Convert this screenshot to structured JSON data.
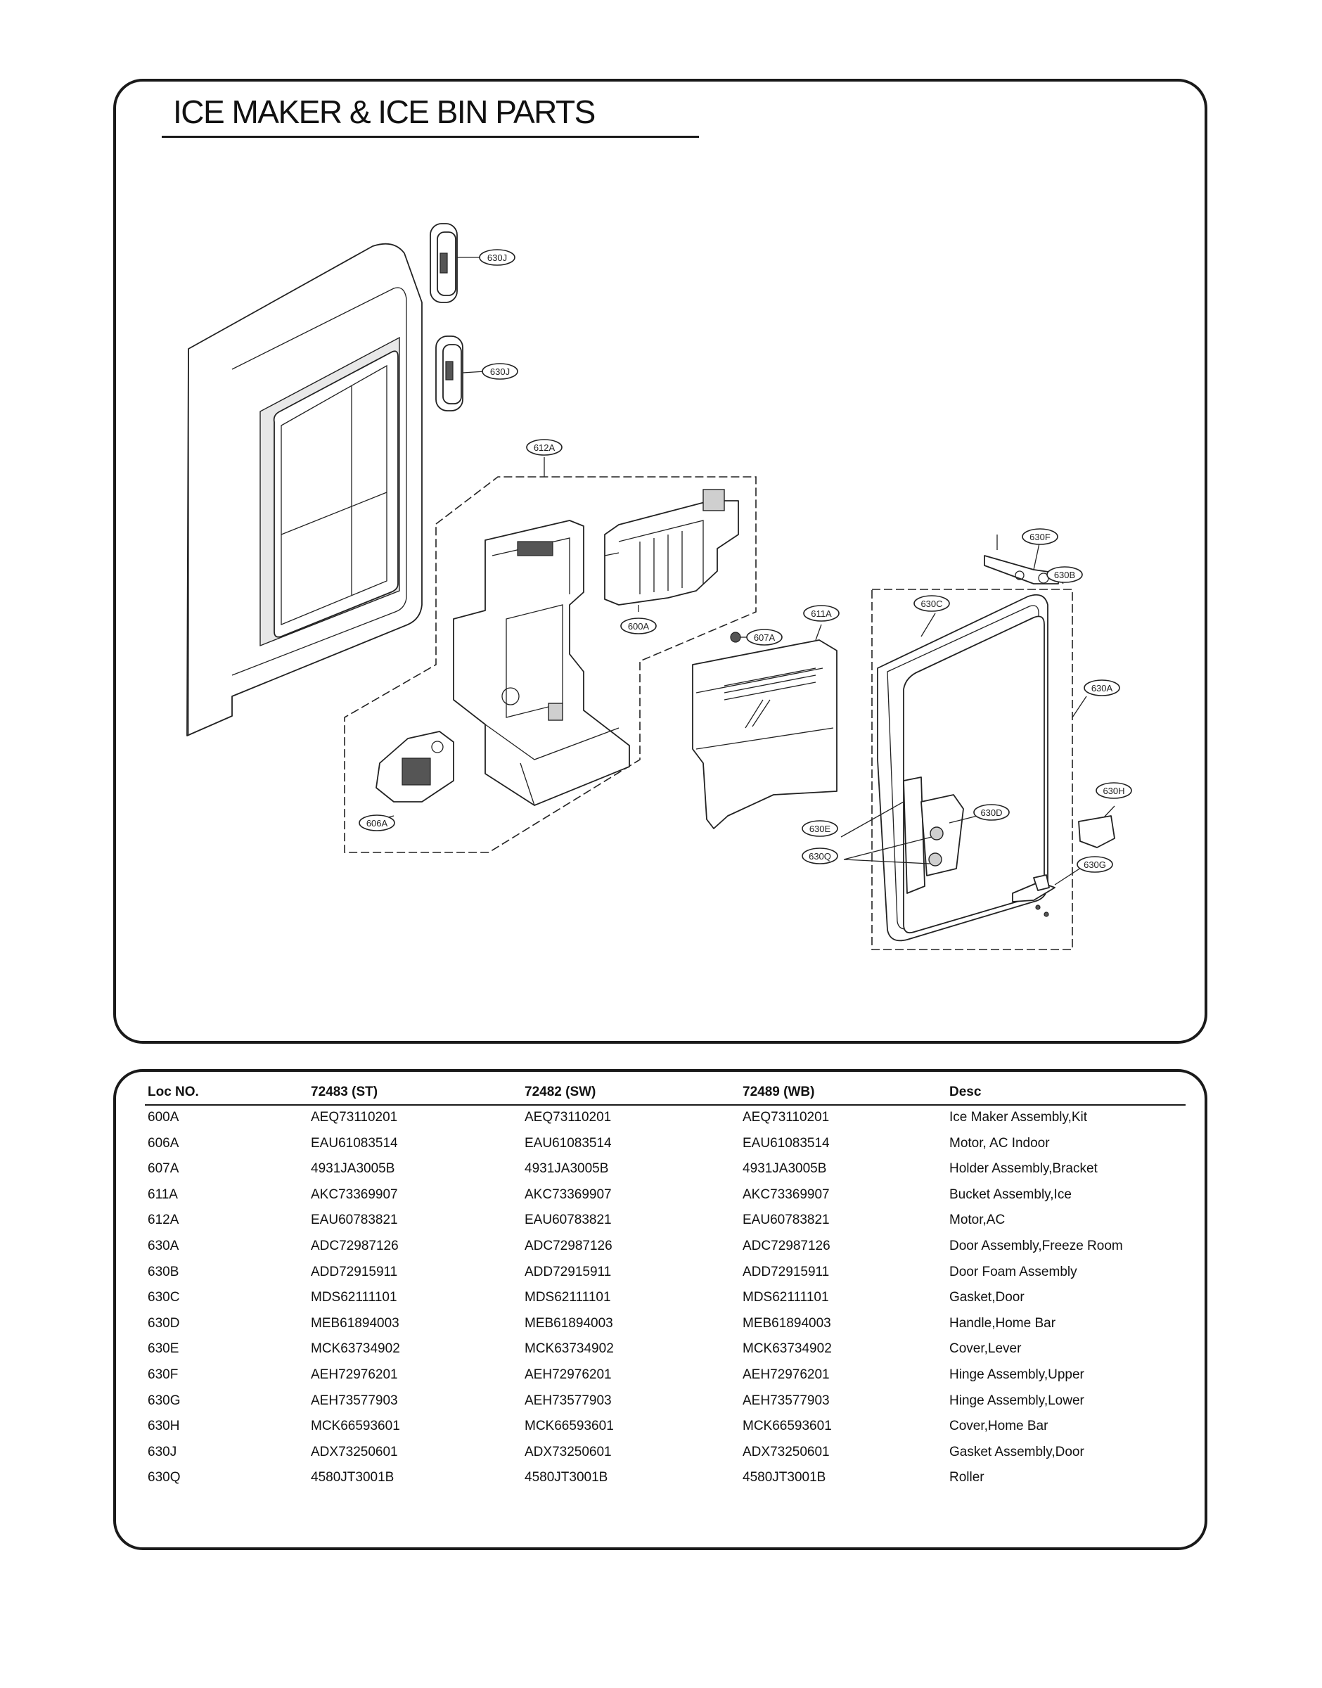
{
  "page": {
    "title": "ICE MAKER & ICE BIN PARTS"
  },
  "diagram": {
    "callouts": [
      "630J",
      "630J",
      "612A",
      "600A",
      "607A",
      "611A",
      "606A",
      "630F",
      "630B",
      "630C",
      "630A",
      "630H",
      "630D",
      "630E",
      "630Q",
      "630G"
    ]
  },
  "table": {
    "headers": [
      "Loc NO.",
      "72483 (ST)",
      "72482 (SW)",
      "72489 (WB)",
      "Desc"
    ],
    "rows": [
      [
        "600A",
        "AEQ73110201",
        "AEQ73110201",
        "AEQ73110201",
        "Ice Maker Assembly,Kit"
      ],
      [
        "606A",
        "EAU61083514",
        "EAU61083514",
        "EAU61083514",
        "Motor, AC Indoor"
      ],
      [
        "607A",
        "4931JA3005B",
        "4931JA3005B",
        "4931JA3005B",
        "Holder Assembly,Bracket"
      ],
      [
        "611A",
        "AKC73369907",
        "AKC73369907",
        "AKC73369907",
        "Bucket Assembly,Ice"
      ],
      [
        "612A",
        "EAU60783821",
        "EAU60783821",
        "EAU60783821",
        "Motor,AC"
      ],
      [
        "630A",
        "ADC72987126",
        "ADC72987126",
        "ADC72987126",
        "Door Assembly,Freeze Room"
      ],
      [
        "630B",
        "ADD72915911",
        "ADD72915911",
        "ADD72915911",
        "Door Foam Assembly"
      ],
      [
        "630C",
        "MDS62111101",
        "MDS62111101",
        "MDS62111101",
        "Gasket,Door"
      ],
      [
        "630D",
        "MEB61894003",
        "MEB61894003",
        "MEB61894003",
        "Handle,Home Bar"
      ],
      [
        "630E",
        "MCK63734902",
        "MCK63734902",
        "MCK63734902",
        "Cover,Lever"
      ],
      [
        "630F",
        "AEH72976201",
        "AEH72976201",
        "AEH72976201",
        "Hinge Assembly,Upper"
      ],
      [
        "630G",
        "AEH73577903",
        "AEH73577903",
        "AEH73577903",
        "Hinge Assembly,Lower"
      ],
      [
        "630H",
        "MCK66593601",
        "MCK66593601",
        "MCK66593601",
        "Cover,Home Bar"
      ],
      [
        "630J",
        "ADX73250601",
        "ADX73250601",
        "ADX73250601",
        "Gasket Assembly,Door"
      ],
      [
        "630Q",
        "4580JT3001B",
        "4580JT3001B",
        "4580JT3001B",
        "Roller"
      ]
    ]
  }
}
